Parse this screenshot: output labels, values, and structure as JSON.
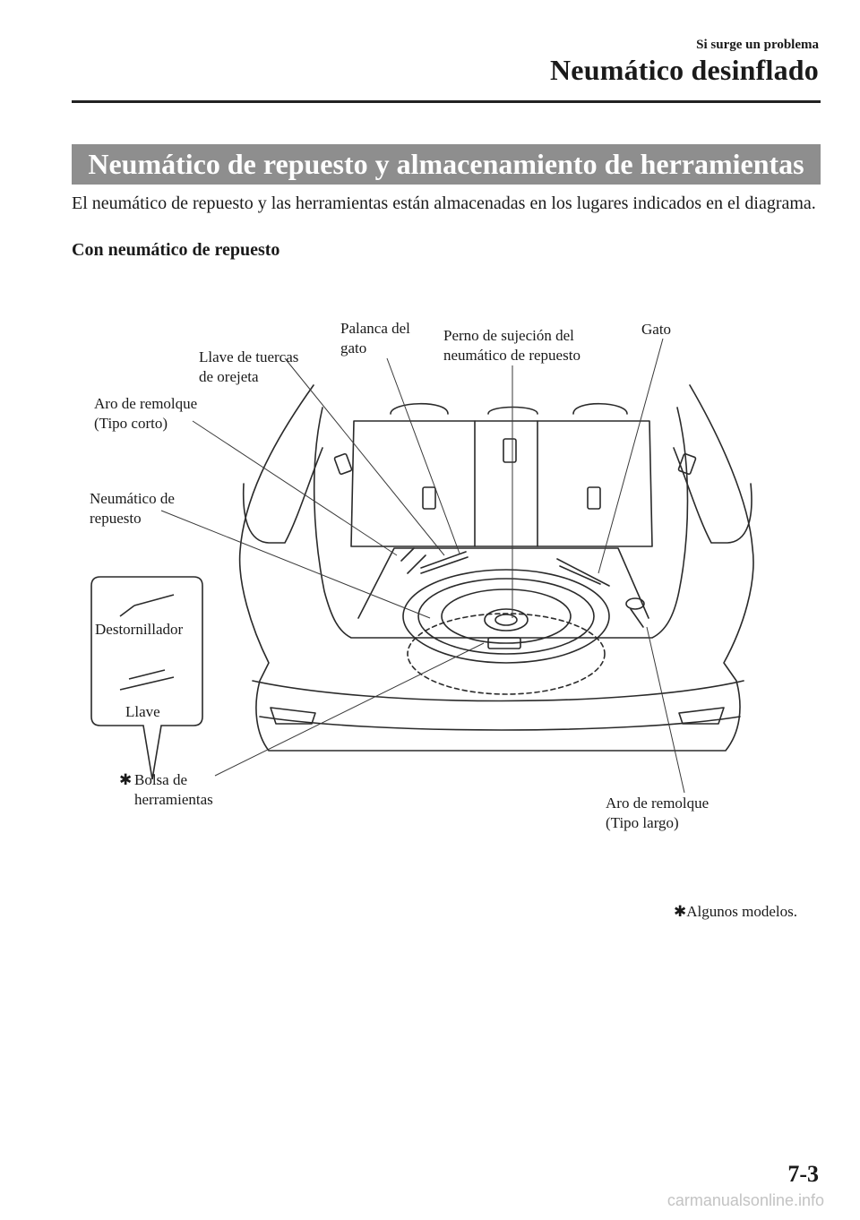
{
  "header": {
    "chapter_label": "Si surge un problema",
    "chapter_title": "Neumático desinflado"
  },
  "section": {
    "title": "Neumático de repuesto y almacenamiento de herramientas",
    "intro": "El neumático de repuesto y las herramientas están almacenadas en los lugares indicados en el diagrama.",
    "subheading": "Con neumático de repuesto"
  },
  "figure": {
    "labels": {
      "jack_lever": [
        "Palanca del",
        "gato"
      ],
      "lug_wrench": [
        "Llave de tuercas",
        "de orejeta"
      ],
      "spare_bolt": [
        "Perno de sujeción del",
        "neumático de repuesto"
      ],
      "jack": "Gato",
      "tow_hook_short": [
        "Aro de remolque",
        "(Tipo corto)"
      ],
      "spare_tire": [
        "Neumático de",
        "repuesto"
      ],
      "screwdriver": "Destornillador",
      "wrench": "Llave",
      "tool_bag": [
        "Bolsa de",
        "herramientas"
      ],
      "tow_hook_long": [
        "Aro de remolque",
        "(Tipo largo)"
      ]
    },
    "marker": "✱"
  },
  "footnote": "Algunos modelos.",
  "page_number": "7-3",
  "watermark": "carmanualsonline.info"
}
